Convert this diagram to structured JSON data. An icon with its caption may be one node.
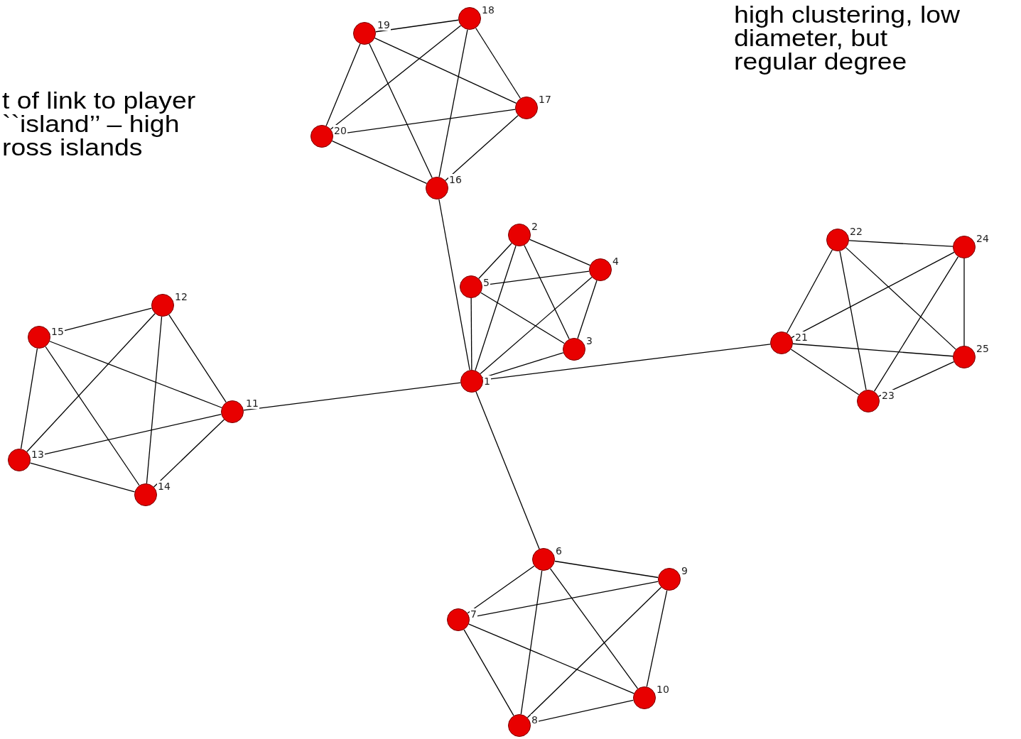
{
  "diagram": {
    "nodes": [
      {
        "text": [],
        "shape": "circle",
        "beside": [
          "1"
        ]
      },
      {
        "text": [],
        "shape": "circle",
        "beside": [
          "2"
        ]
      },
      {
        "text": [],
        "shape": "circle",
        "beside": [
          "3"
        ]
      },
      {
        "text": [],
        "shape": "circle",
        "beside": [
          "4"
        ]
      },
      {
        "text": [],
        "shape": "circle",
        "beside": [
          "5"
        ]
      },
      {
        "text": [],
        "shape": "circle",
        "beside": [
          "6"
        ]
      },
      {
        "text": [],
        "shape": "circle",
        "beside": [
          "7"
        ]
      },
      {
        "text": [],
        "shape": "circle",
        "beside": [
          "8"
        ]
      },
      {
        "text": [],
        "shape": "circle",
        "beside": [
          "9"
        ]
      },
      {
        "text": [],
        "shape": "circle",
        "beside": [
          "10"
        ]
      },
      {
        "text": [],
        "shape": "circle",
        "beside": [
          "11"
        ]
      },
      {
        "text": [],
        "shape": "circle",
        "beside": [
          "12"
        ]
      },
      {
        "text": [],
        "shape": "circle",
        "beside": [
          "13"
        ]
      },
      {
        "text": [],
        "shape": "circle",
        "beside": [
          "14"
        ]
      },
      {
        "text": [],
        "shape": "circle",
        "beside": [
          "15"
        ]
      },
      {
        "text": [],
        "shape": "circle",
        "beside": [
          "16"
        ]
      },
      {
        "text": [],
        "shape": "circle",
        "beside": [
          "17"
        ]
      },
      {
        "text": [],
        "shape": "circle",
        "beside": [
          "18"
        ]
      },
      {
        "text": [],
        "shape": "circle",
        "beside": [
          "19"
        ]
      },
      {
        "text": [],
        "shape": "circle",
        "beside": [
          "20"
        ]
      },
      {
        "text": [],
        "shape": "circle",
        "beside": [
          "21"
        ]
      },
      {
        "text": [],
        "shape": "circle",
        "beside": [
          "22"
        ]
      },
      {
        "text": [],
        "shape": "circle",
        "beside": [
          "23"
        ]
      },
      {
        "text": [],
        "shape": "circle",
        "beside": [
          "24"
        ]
      },
      {
        "text": [],
        "shape": "circle",
        "beside": [
          "25"
        ]
      }
    ],
    "edges": [
      {
        "from": 0,
        "to": 1,
        "arrow": "none"
      },
      {
        "from": 0,
        "to": 2,
        "arrow": "none"
      },
      {
        "from": 0,
        "to": 3,
        "arrow": "none"
      },
      {
        "from": 0,
        "to": 4,
        "arrow": "none"
      },
      {
        "from": 1,
        "to": 2,
        "arrow": "none"
      },
      {
        "from": 1,
        "to": 3,
        "arrow": "none"
      },
      {
        "from": 1,
        "to": 4,
        "arrow": "none"
      },
      {
        "from": 2,
        "to": 3,
        "arrow": "none"
      },
      {
        "from": 2,
        "to": 4,
        "arrow": "none"
      },
      {
        "from": 3,
        "to": 4,
        "arrow": "none"
      },
      {
        "from": 5,
        "to": 6,
        "arrow": "none"
      },
      {
        "from": 5,
        "to": 7,
        "arrow": "none"
      },
      {
        "from": 5,
        "to": 8,
        "arrow": "none"
      },
      {
        "from": 5,
        "to": 9,
        "arrow": "none"
      },
      {
        "from": 6,
        "to": 7,
        "arrow": "none"
      },
      {
        "from": 6,
        "to": 8,
        "arrow": "none"
      },
      {
        "from": 6,
        "to": 9,
        "arrow": "none"
      },
      {
        "from": 7,
        "to": 8,
        "arrow": "none"
      },
      {
        "from": 7,
        "to": 9,
        "arrow": "none"
      },
      {
        "from": 8,
        "to": 9,
        "arrow": "none"
      },
      {
        "from": 10,
        "to": 11,
        "arrow": "none"
      },
      {
        "from": 10,
        "to": 12,
        "arrow": "none"
      },
      {
        "from": 10,
        "to": 13,
        "arrow": "none"
      },
      {
        "from": 10,
        "to": 14,
        "arrow": "none"
      },
      {
        "from": 11,
        "to": 12,
        "arrow": "none"
      },
      {
        "from": 11,
        "to": 13,
        "arrow": "none"
      },
      {
        "from": 11,
        "to": 14,
        "arrow": "none"
      },
      {
        "from": 12,
        "to": 13,
        "arrow": "none"
      },
      {
        "from": 12,
        "to": 14,
        "arrow": "none"
      },
      {
        "from": 13,
        "to": 14,
        "arrow": "none"
      },
      {
        "from": 15,
        "to": 16,
        "arrow": "none"
      },
      {
        "from": 15,
        "to": 17,
        "arrow": "none"
      },
      {
        "from": 15,
        "to": 18,
        "arrow": "none"
      },
      {
        "from": 15,
        "to": 19,
        "arrow": "none"
      },
      {
        "from": 16,
        "to": 17,
        "arrow": "none"
      },
      {
        "from": 16,
        "to": 18,
        "arrow": "none"
      },
      {
        "from": 16,
        "to": 19,
        "arrow": "none"
      },
      {
        "from": 17,
        "to": 18,
        "arrow": "none"
      },
      {
        "from": 17,
        "to": 19,
        "arrow": "none"
      },
      {
        "from": 18,
        "to": 19,
        "arrow": "none"
      },
      {
        "from": 20,
        "to": 21,
        "arrow": "none"
      },
      {
        "from": 20,
        "to": 22,
        "arrow": "none"
      },
      {
        "from": 20,
        "to": 23,
        "arrow": "none"
      },
      {
        "from": 20,
        "to": 24,
        "arrow": "none"
      },
      {
        "from": 21,
        "to": 22,
        "arrow": "none"
      },
      {
        "from": 21,
        "to": 23,
        "arrow": "none"
      },
      {
        "from": 21,
        "to": 24,
        "arrow": "none"
      },
      {
        "from": 22,
        "to": 23,
        "arrow": "none"
      },
      {
        "from": 22,
        "to": 24,
        "arrow": "none"
      },
      {
        "from": 23,
        "to": 24,
        "arrow": "none"
      },
      {
        "from": 0,
        "to": 5,
        "arrow": "none"
      },
      {
        "from": 0,
        "to": 10,
        "arrow": "none"
      },
      {
        "from": 0,
        "to": 15,
        "arrow": "none"
      },
      {
        "from": 0,
        "to": 20,
        "arrow": "none"
      }
    ],
    "labels": [
      "t of link to player ``island’’ – high ross islands",
      "high clustering, low diameter, but regular degree"
    ]
  }
}
